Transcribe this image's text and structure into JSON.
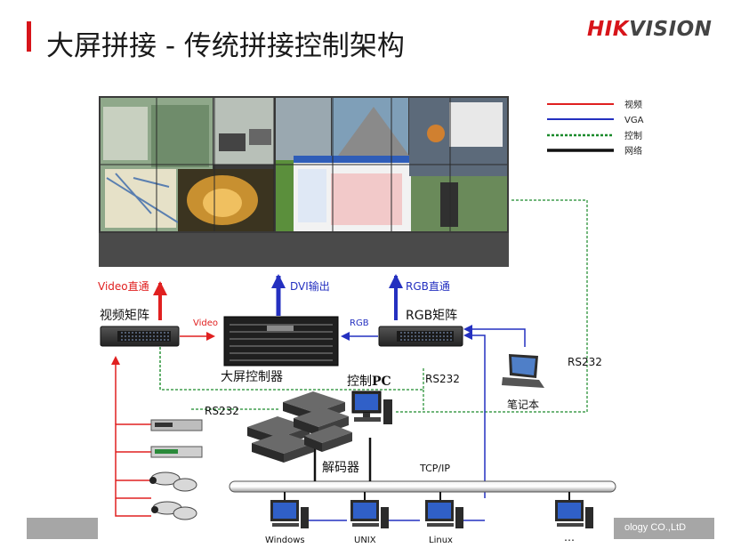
{
  "slide": {
    "title": "大屏拼接 - 传统拼接控制架构",
    "brand": {
      "red_part": "HIK",
      "dark_part": "VISION"
    },
    "footer_text": "ology CO.,LtD"
  },
  "legend": [
    {
      "label": "视频",
      "color": "#e02020",
      "style": "solid"
    },
    {
      "label": "VGA",
      "color": "#2430c0",
      "style": "solid"
    },
    {
      "label": "控制",
      "color": "#1a8a2a",
      "style": "dashed"
    },
    {
      "label": "网络",
      "color": "#111111",
      "style": "solid"
    }
  ],
  "labels": {
    "video_direct": "Video直通",
    "dvi_output": "DVI输出",
    "rgb_direct": "RGB直通",
    "video_matrix": "视频矩阵",
    "video": "Video",
    "rgb": "RGB",
    "rgb_matrix": "RGB矩阵",
    "wall_controller": "大屏控制器",
    "control_pc_prefix": "控制",
    "control_pc_suffix": "PC",
    "rs232_a": "RS232",
    "rs232_b": "RS232",
    "rs232_c": "RS232",
    "laptop": "笔记本",
    "decoder": "解码器",
    "tcpip": "TCP/IP",
    "windows": "Windows",
    "unix": "UNIX",
    "linux": "Linux",
    "more": "…"
  },
  "colors": {
    "video": "#e02020",
    "vga": "#2430c0",
    "control": "#1a8a2a",
    "network": "#111111",
    "accent": "#d7141a"
  }
}
